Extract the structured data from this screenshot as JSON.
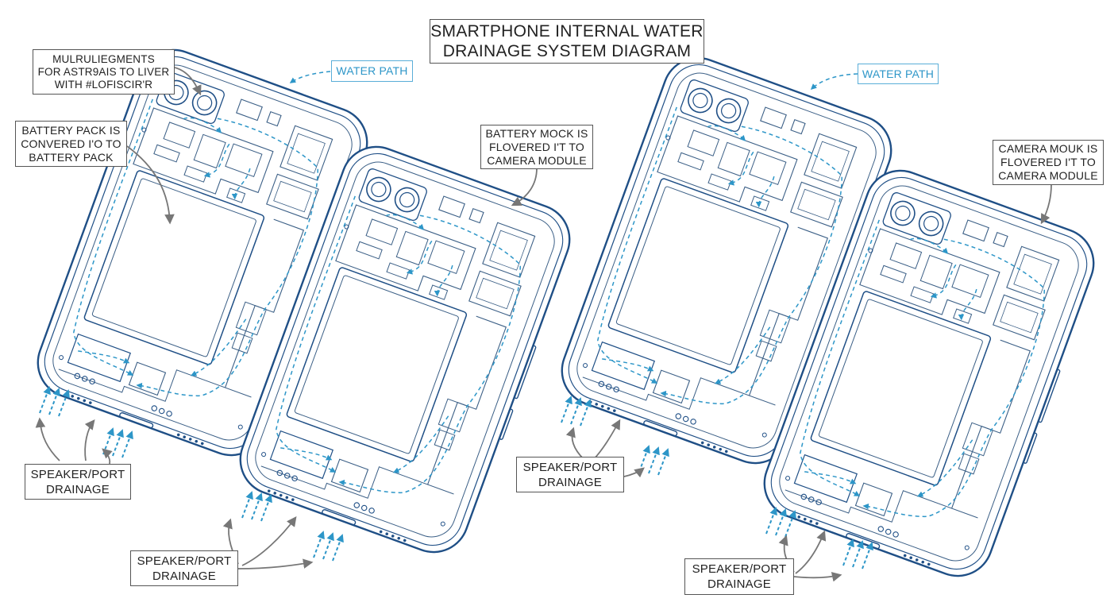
{
  "title": "SMARTPHONE INTERNAL WATER\nDRAINAGE SYSTEM DIAGRAM",
  "labels": {
    "water_path_1": "WATER PATH",
    "water_path_2": "WATER PATH",
    "top_left": "MULRULIEGMENTS\nFOR ASTR9AIS TO LIVER\nWITH #LOFISCIR'R",
    "battery_pack": "BATTERY PACK IS\nCONVERED I'O TO\nBATTERY PACK",
    "battery_mock": "BATTERY MOCK IS\nFLOVERED I'T TO\nCAMERA MODULE",
    "camera_mouk": "CAMERA MOUK IS\nFLOVERED I'T TO\nCAMERA MODULE",
    "speaker_1": "SPEAKER/PORT\nDRAINAGE",
    "speaker_2": "SPEAKER/PORT\nDRAINAGE",
    "speaker_3": "SPEAKER/PORT\nDRAINAGE",
    "speaker_4": "SPEAKER/PORT\nDRAINAGE"
  },
  "colors": {
    "outline": "#1f4f86",
    "detail": "#3b5f86",
    "water": "#2d96c8",
    "callout": "#777777"
  }
}
